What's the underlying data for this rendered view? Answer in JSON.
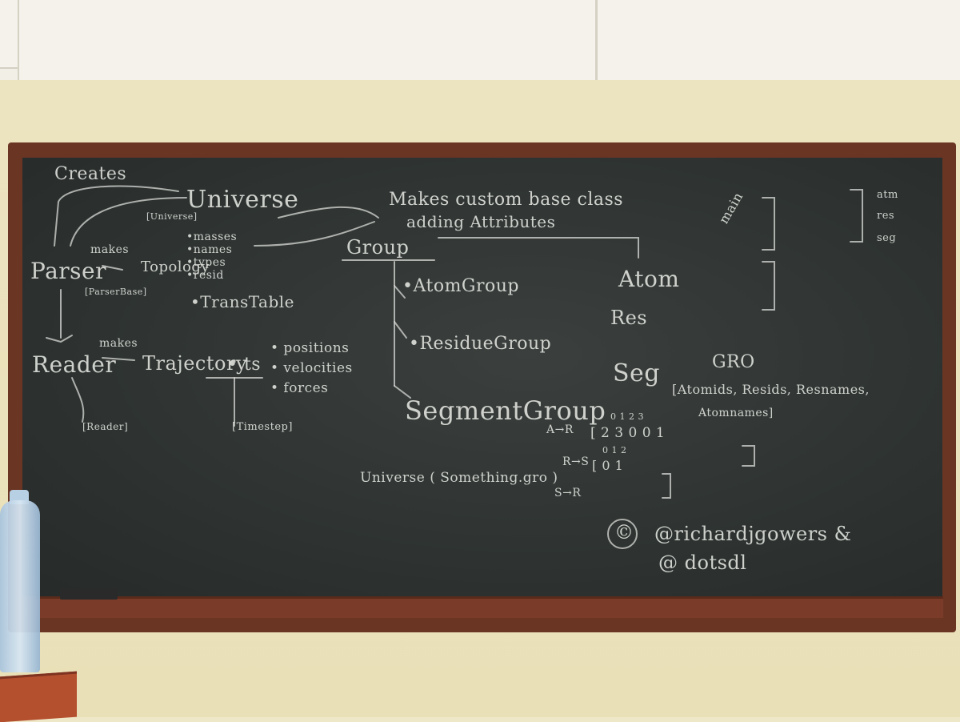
{
  "board": {
    "creates": "Creates",
    "universe": "Universe",
    "universe_tag": "[Universe]",
    "makes_custom": "Makes custom base class",
    "adding_attributes": "adding Attributes",
    "parser": "Parser",
    "parser_tag": "[ParserBase]",
    "makes_1": "makes",
    "makes_2": "makes",
    "topology": "Topology",
    "topo_list": [
      "•masses",
      "•names",
      "•types",
      "•resid"
    ],
    "transtable": "•TransTable",
    "group": "Group",
    "atomgroup": "•AtomGroup",
    "residuegroup": "•ResidueGroup",
    "segmentgroup": "SegmentGroup",
    "atom": "Atom",
    "res": "Res",
    "seg": "Seg",
    "reader": "Reader",
    "reader_tag": "[Reader]",
    "trajectory": "Trajectory",
    "ts": "• ts",
    "ts_list": [
      "• positions",
      "• velocities",
      "• forces"
    ],
    "timestep": "[Timestep]",
    "gro": "GRO",
    "gro_list": "[Atomids, Resids, Resnames,",
    "gro_list2": "Atomnames]",
    "atr": "A→R",
    "atr_idx": "0  1  2  3",
    "atr_vals": "[ 2  3  0  0  1",
    "rts": "R→S",
    "rts_idx": "0  1  2",
    "rts_vals": "[ 0  1  ",
    "universe_something": "Universe ( Something.gro )",
    "str": "S→R",
    "main_label": "main",
    "side_list": [
      "atm",
      "res",
      "seg"
    ],
    "credit_1": "@richardjgowers &",
    "credit_2": "@ dotsdl",
    "copyright": "©"
  },
  "colors": {
    "chalk": "#e4e6e1",
    "board": "#2f3432",
    "frame": "#6b3524",
    "wall": "#ece4c0"
  }
}
